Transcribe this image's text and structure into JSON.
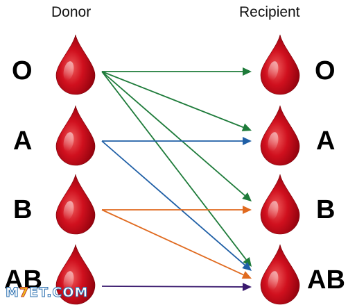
{
  "titles": {
    "donor": "Donor",
    "recipient": "Recipient"
  },
  "donors": [
    {
      "label": "O"
    },
    {
      "label": "A"
    },
    {
      "label": "B"
    },
    {
      "label": "AB"
    }
  ],
  "recipients": [
    {
      "label": "O"
    },
    {
      "label": "A"
    },
    {
      "label": "B"
    },
    {
      "label": "AB"
    }
  ],
  "compatibility": [
    {
      "from": "O",
      "to": "O",
      "color": "#1e7b3a"
    },
    {
      "from": "O",
      "to": "A",
      "color": "#1e7b3a"
    },
    {
      "from": "O",
      "to": "B",
      "color": "#1e7b3a"
    },
    {
      "from": "O",
      "to": "AB",
      "color": "#1e7b3a"
    },
    {
      "from": "A",
      "to": "A",
      "color": "#1f5fa6"
    },
    {
      "from": "A",
      "to": "AB",
      "color": "#1f5fa6"
    },
    {
      "from": "B",
      "to": "B",
      "color": "#e06a1f"
    },
    {
      "from": "B",
      "to": "AB",
      "color": "#e06a1f"
    },
    {
      "from": "AB",
      "to": "AB",
      "color": "#3a1a6e"
    }
  ],
  "colors": {
    "drop_dark": "#a5000e",
    "drop_mid": "#d0101e",
    "drop_light": "#ee5a5a"
  },
  "watermark": {
    "prefix": "M",
    "accent": "7",
    "suffix": "ET.COM"
  }
}
